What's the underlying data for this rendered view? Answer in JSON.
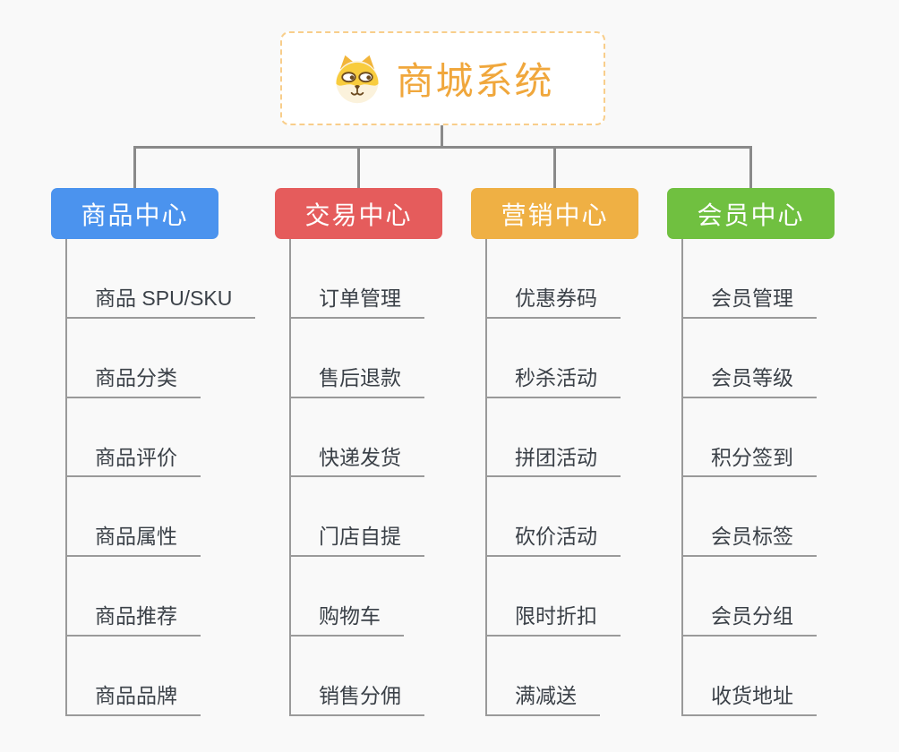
{
  "root": {
    "title": "商城系统",
    "icon": "dog-logo-icon",
    "title_color": "#f0a73c",
    "border_color": "#f8ce8b"
  },
  "branches": [
    {
      "label": "商品中心",
      "color": "#4b93ee",
      "items": [
        "商品 SPU/SKU",
        "商品分类",
        "商品评价",
        "商品属性",
        "商品推荐",
        "商品品牌"
      ]
    },
    {
      "label": "交易中心",
      "color": "#e55c5c",
      "items": [
        "订单管理",
        "售后退款",
        "快递发货",
        "门店自提",
        "购物车",
        "销售分佣"
      ]
    },
    {
      "label": "营销中心",
      "color": "#efb044",
      "items": [
        "优惠券码",
        "秒杀活动",
        "拼团活动",
        "砍价活动",
        "限时折扣",
        "满减送"
      ]
    },
    {
      "label": "会员中心",
      "color": "#70c040",
      "items": [
        "会员管理",
        "会员等级",
        "积分签到",
        "会员标签",
        "会员分组",
        "收货地址"
      ]
    }
  ],
  "colors": {
    "background": "#f9f9f9",
    "connector": "#8a8a8a",
    "branch_line": "#9a9a9a",
    "item_text": "#3b4148"
  }
}
